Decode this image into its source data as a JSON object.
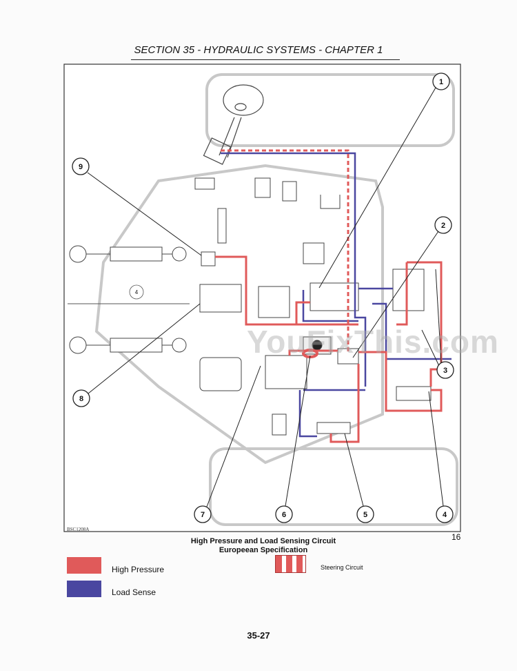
{
  "header": {
    "title": "SECTION 35 - HYDRAULIC SYSTEMS - CHAPTER 1"
  },
  "figure": {
    "code": "BSC1208A",
    "number": "16",
    "caption_line1": "High Pressure and Load Sensing Circuit",
    "caption_line2": "Europeean Specification",
    "callouts": [
      "1",
      "2",
      "3",
      "4",
      "5",
      "6",
      "7",
      "8",
      "9"
    ],
    "inner_label": "4",
    "watermark": "YouFixThis.com"
  },
  "legend": {
    "items": [
      {
        "label": "High Pressure",
        "color": "#e05a5a"
      },
      {
        "label": "Load Sense",
        "color": "#4a47a0"
      },
      {
        "label": "Steering Circuit",
        "color": "#e05a5a"
      }
    ]
  },
  "colors": {
    "high_pressure": "#e05a5a",
    "load_sense": "#4a47a0",
    "outline": "#bbbbbb"
  },
  "footer": {
    "page_number": "35-27"
  }
}
